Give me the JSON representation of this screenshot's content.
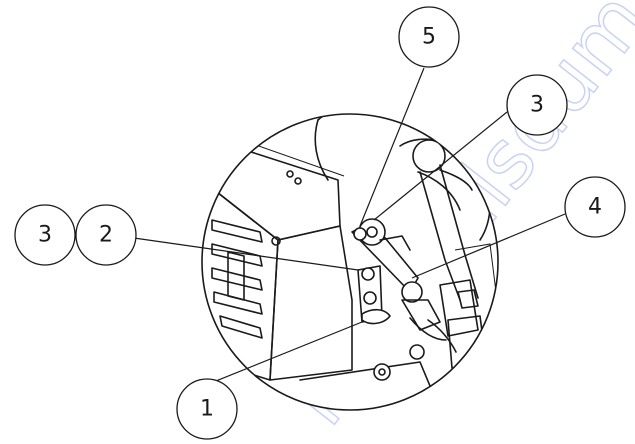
{
  "watermark": "manualsdump.com",
  "callouts": [
    {
      "id": "callout-1",
      "label": "1"
    },
    {
      "id": "callout-2",
      "label": "2"
    },
    {
      "id": "callout-3-left",
      "label": "3"
    },
    {
      "id": "callout-3-right",
      "label": "3"
    },
    {
      "id": "callout-4",
      "label": "4"
    },
    {
      "id": "callout-5",
      "label": "5"
    }
  ]
}
